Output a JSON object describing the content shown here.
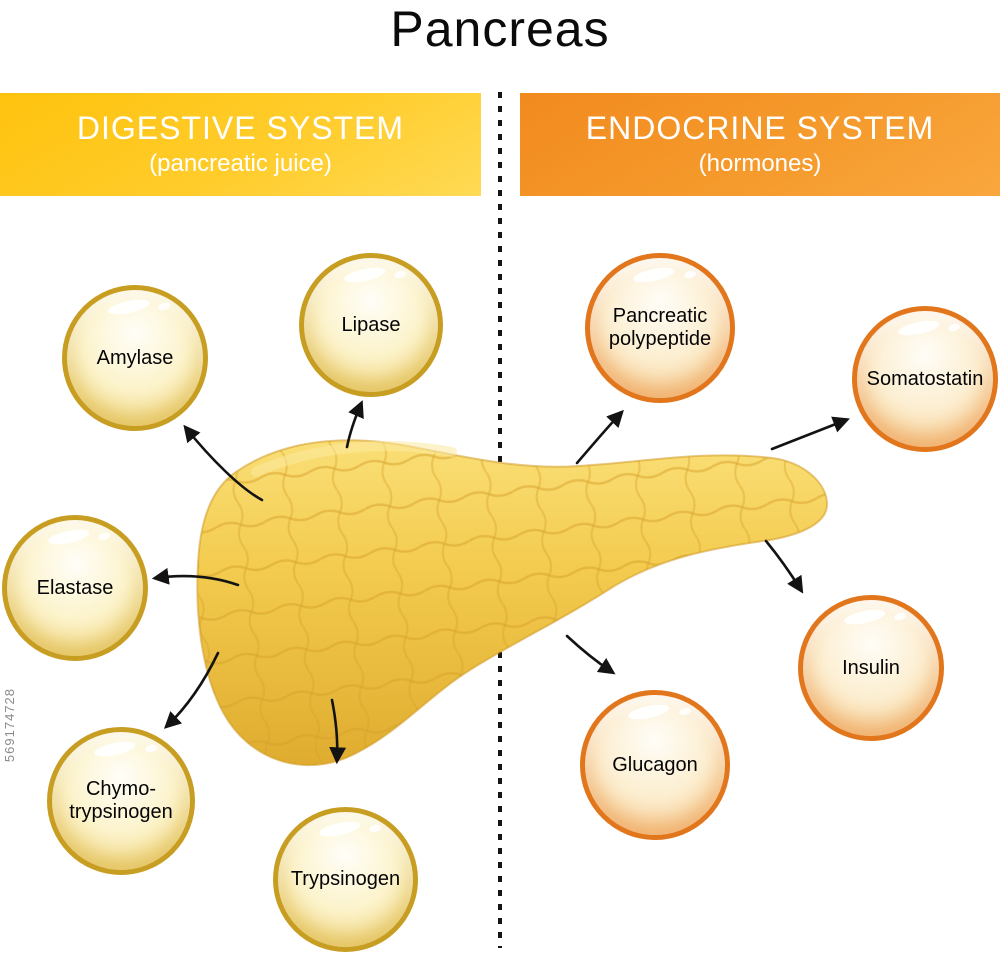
{
  "title": "Pancreas",
  "watermark": "569174728",
  "digestive": {
    "heading": "DIGESTIVE SYSTEM",
    "subheading": "(pancreatic juice)",
    "items": [
      {
        "label": "Amylase"
      },
      {
        "label": "Lipase"
      },
      {
        "label": "Elastase"
      },
      {
        "label": "Chymo-trypsinogen"
      },
      {
        "label": "Trypsinogen"
      }
    ]
  },
  "endocrine": {
    "heading": "ENDOCRINE SYSTEM",
    "subheading": "(hormones)",
    "items": [
      {
        "label": "Pancreatic polypeptide"
      },
      {
        "label": "Somatostatin"
      },
      {
        "label": "Insulin"
      },
      {
        "label": "Glucagon"
      }
    ]
  },
  "colors": {
    "digestive_banner": "#FFC71F",
    "endocrine_banner": "#F6941F",
    "enzyme_bubble_border": "#C79E22",
    "hormone_bubble_border": "#E2761C",
    "pancreas_fill": "#F2C94C",
    "divider": "#151515"
  }
}
